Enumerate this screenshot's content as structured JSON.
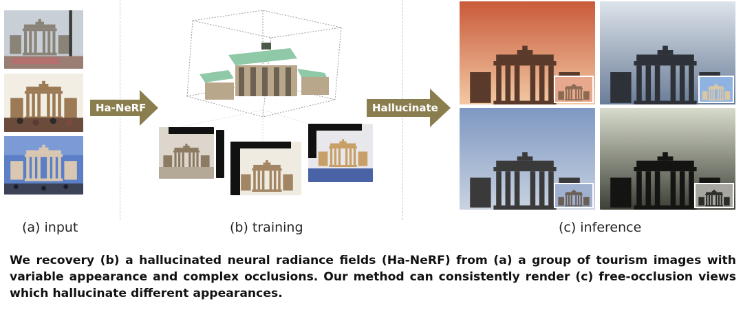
{
  "arrows": {
    "ha_nerf": "Ha-NeRF",
    "hallucinate": "Hallucinate"
  },
  "labels": {
    "input": "(a) input",
    "training": "(b) training",
    "inference": "(c) inference"
  },
  "caption": "We recovery (b) a hallucinated neural radiance fields (Ha-NeRF) from (a) a group of tourism images with variable appearance and complex occlusions. Our method can consistently render (c) free-occlusion views which hallucinate different appearances.",
  "colors": {
    "arrow": "#8a7d4e",
    "roof": "#8fc9a8",
    "stone": "#c9b89a"
  }
}
